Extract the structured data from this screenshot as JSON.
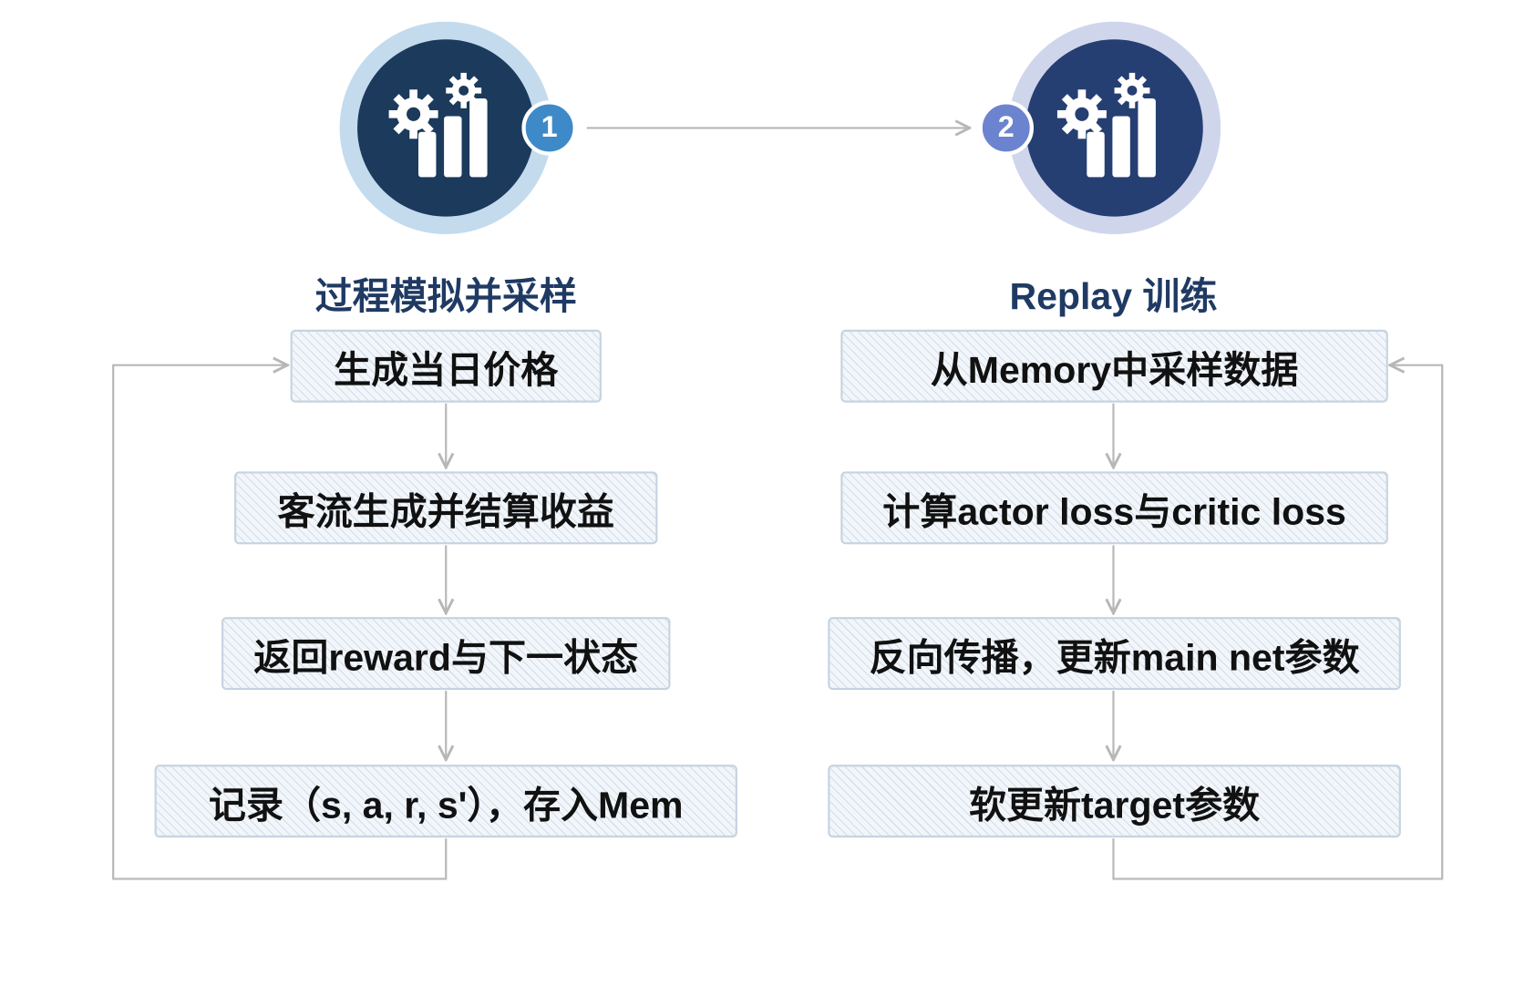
{
  "left": {
    "badge": "1",
    "title": "过程模拟并采样",
    "steps": [
      "生成当日价格",
      "客流生成并结算收益",
      "返回reward与下一状态",
      "记录（s, a, r, s'），存入Mem"
    ]
  },
  "right": {
    "badge": "2",
    "title": "Replay 训练",
    "steps": [
      "从Memory中采样数据",
      "计算actor loss与critic loss",
      "反向传播，更新main net参数",
      "软更新target参数"
    ]
  },
  "icons": [
    "gear-chart-icon",
    "gear-chart-icon"
  ],
  "colors": {
    "left_ring": "#c4dbee",
    "left_core": "#1b3a5c",
    "left_badge": "#3e8ac8",
    "right_ring": "#cfd6ec",
    "right_core": "#263f72",
    "right_badge": "#6c84cf",
    "title": "#1f3a63",
    "connector": "#b7b7b7"
  }
}
